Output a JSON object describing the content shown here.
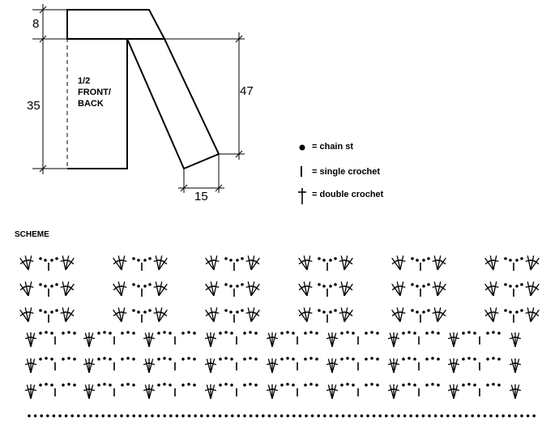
{
  "schematic": {
    "piece_label": [
      "1/2",
      "FRONT/",
      "BACK"
    ],
    "dimensions": {
      "top": "8",
      "height": "35",
      "sleeve_length": "47",
      "cuff": "15"
    }
  },
  "legend": [
    {
      "symbol": "chain-st-dot-icon",
      "label": "= chain st"
    },
    {
      "symbol": "single-crochet-bar-icon",
      "label": "= single crochet"
    },
    {
      "symbol": "double-crochet-cross-icon",
      "label": "= double crochet"
    }
  ],
  "scheme": {
    "title": "SCHEME",
    "colors": {
      "ink": "#000000"
    }
  }
}
